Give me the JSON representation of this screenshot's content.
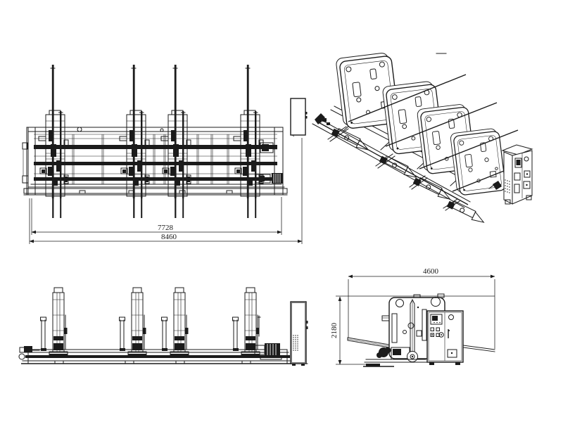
{
  "colors": {
    "background": "#ffffff",
    "line": "#1b1b1b"
  },
  "views": {
    "front_elevation": {
      "dim_inner_width": "7728",
      "dim_overall_width": "8460"
    },
    "side_elevation": {
      "dim_overall_width": "4600",
      "dim_overall_height": "2180"
    }
  }
}
